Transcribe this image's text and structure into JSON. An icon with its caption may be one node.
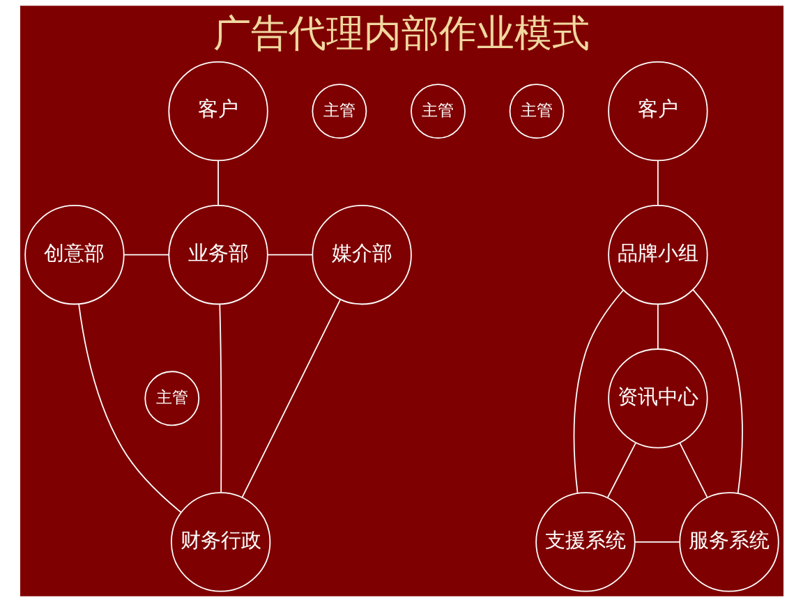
{
  "diagram": {
    "title": "广告代理内部作业模式",
    "nodes": [
      {
        "text": [
          "客户"
        ]
      },
      {
        "text": [
          "主管"
        ]
      },
      {
        "text": [
          "主管"
        ]
      },
      {
        "text": [
          "主管"
        ]
      },
      {
        "text": [
          "创意部"
        ]
      },
      {
        "text": [
          "业务部"
        ]
      },
      {
        "text": [
          "媒介部"
        ]
      },
      {
        "text": [
          "主管"
        ]
      },
      {
        "text": [
          "财务行政"
        ]
      },
      {
        "text": [
          "客户"
        ]
      },
      {
        "text": [
          "品牌小组"
        ]
      },
      {
        "text": [
          "资讯中心"
        ]
      },
      {
        "text": [
          "支援系统"
        ]
      },
      {
        "text": [
          "服务系统"
        ]
      }
    ],
    "edges": [
      {
        "from": 0,
        "to": 5,
        "arrow": "none"
      },
      {
        "from": 4,
        "to": 5,
        "arrow": "none"
      },
      {
        "from": 5,
        "to": 6,
        "arrow": "none"
      },
      {
        "from": 5,
        "to": 8,
        "arrow": "none"
      },
      {
        "from": 4,
        "to": 8,
        "arrow": "none"
      },
      {
        "from": 6,
        "to": 8,
        "arrow": "none"
      },
      {
        "from": 9,
        "to": 10,
        "arrow": "none"
      },
      {
        "from": 10,
        "to": 11,
        "arrow": "none"
      },
      {
        "from": 10,
        "to": 12,
        "arrow": "none"
      },
      {
        "from": 10,
        "to": 13,
        "arrow": "none"
      },
      {
        "from": 11,
        "to": 12,
        "arrow": "none"
      },
      {
        "from": 11,
        "to": 13,
        "arrow": "none"
      },
      {
        "from": 12,
        "to": 13,
        "arrow": "none"
      }
    ]
  }
}
